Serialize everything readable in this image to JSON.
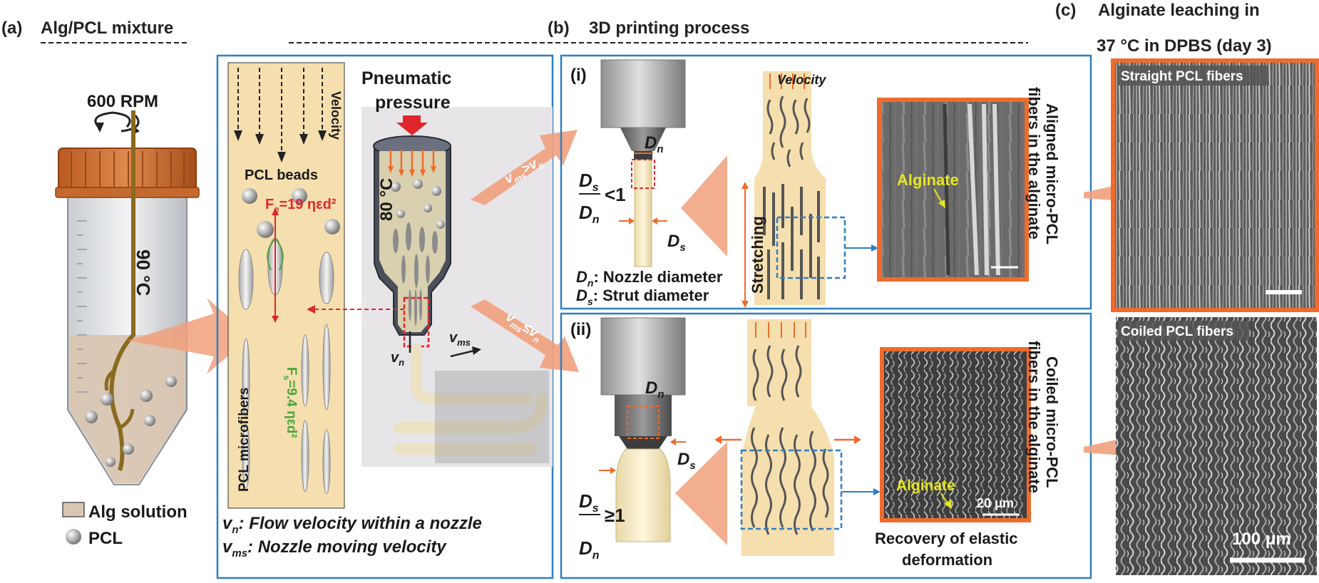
{
  "panel_a": {
    "label": "(a)",
    "title": "Alg/PCL mixture",
    "rpm": "600 RPM",
    "temperature": "90 °C",
    "legend_solution": "Alg solution",
    "legend_pcl": "PCL"
  },
  "panel_b": {
    "label": "(b)",
    "title": "3D printing process",
    "velocity": "Velocity",
    "pcl_beads": "PCL beads",
    "fe_eq": "F",
    "fe_sub": "e",
    "fe_rest": "=19 ηεd²",
    "fs_eq": "F",
    "fs_sub": "s",
    "fs_rest": "=9.4 ηεd²",
    "pcl_microfibers": "PCL microfibers",
    "pneumatic": "Pneumatic",
    "pressure": "pressure",
    "printer_temp": "80 °C",
    "vn": "v",
    "vn_sub": "n",
    "vms": "v",
    "vms_sub": "ms",
    "def_vn_a": "v",
    "def_vn_sub": "n",
    "def_vn_b": ": Flow velocity within a nozzle",
    "def_vms_a": "v",
    "def_vms_sub": "ms",
    "def_vms_b": ": Nozzle moving velocity",
    "cond_gt": "v",
    "cond_gt_sub1": "ms",
    "cond_gt_op": ">v",
    "cond_gt_sub2": "n",
    "cond_le": "v",
    "cond_le_sub1": "ms",
    "cond_le_op": "≤v",
    "cond_le_sub2": "n",
    "sub_i": {
      "label": "(i)",
      "dn": "D",
      "dn_sub": "n",
      "ds": "D",
      "ds_sub": "s",
      "ratio_num": "D",
      "ratio_num_sub": "s",
      "ratio_den": "D",
      "ratio_den_sub": "n",
      "ratio_op": "<1",
      "def_dn_a": "D",
      "def_dn_sub": "n",
      "def_dn_b": ": Nozzle diameter",
      "def_ds_a": "D",
      "def_ds_sub": "s",
      "def_ds_b": ": Strut diameter",
      "velocity": "Velocity",
      "stretching": "Stretching",
      "alginate": "Alginate",
      "side_line1": "Aligned micro-PCL",
      "side_line2": "fibers in the alginate"
    },
    "sub_ii": {
      "label": "(ii)",
      "dn": "D",
      "dn_sub": "n",
      "ds": "D",
      "ds_sub": "s",
      "ratio_num": "D",
      "ratio_num_sub": "s",
      "ratio_den": "D",
      "ratio_den_sub": "n",
      "ratio_op": "≥1",
      "alginate": "Alginate",
      "scale": "20 μm",
      "recovery_line1": "Recovery of elastic",
      "recovery_line2": "deformation",
      "side_line1": "Coiled  micro-PCL",
      "side_line2": "fibers in the alginate"
    }
  },
  "panel_c": {
    "label": "(c)",
    "title_line1": "Alginate leaching in",
    "title_line2": "37 °C in DPBS (day 3)",
    "top_caption": "Straight PCL fibers",
    "bottom_caption": "Coiled PCL fibers",
    "scale": "100 μm"
  },
  "colors": {
    "frame_blue": "#2f7fc1",
    "highlight_orange": "#ef6b2c",
    "medium_cream": "#f6dfae",
    "arrow_peach": "#f1a07d",
    "label_red": "#e0262c",
    "label_green": "#49a53c",
    "label_yellow": "#e7e620"
  }
}
